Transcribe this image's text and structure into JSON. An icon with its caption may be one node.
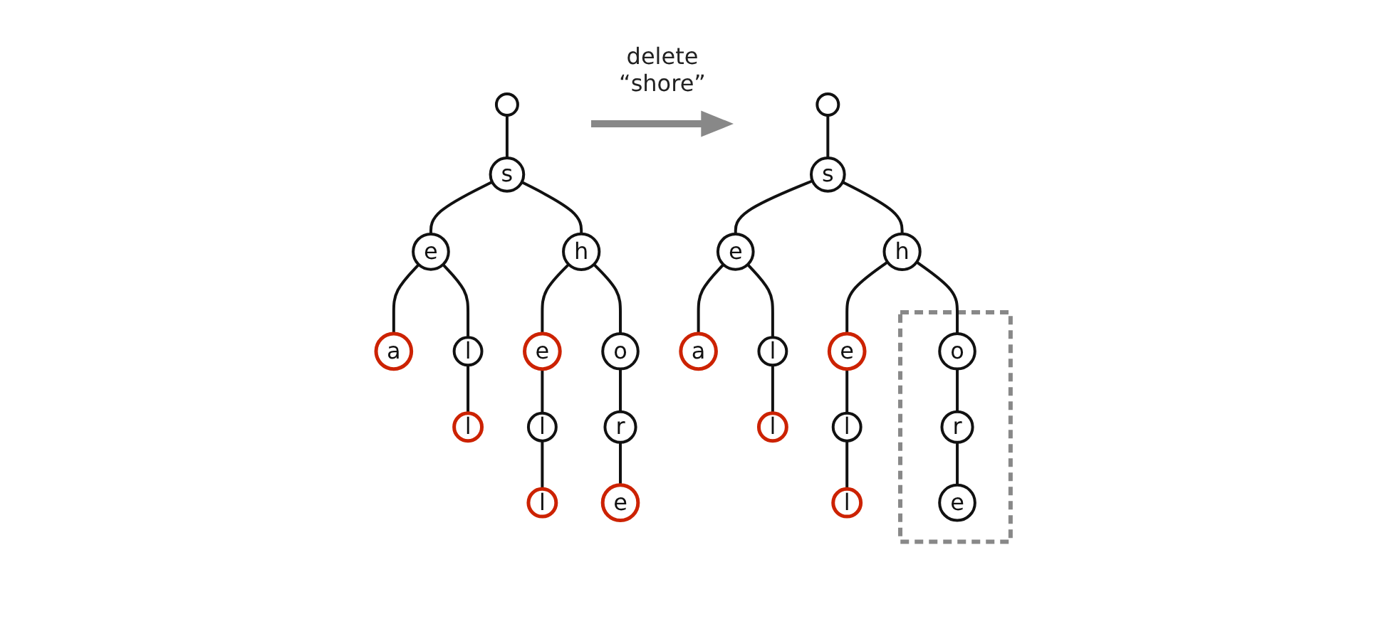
{
  "diagram": {
    "nodes": [
      {
        "text": [],
        "shape": "circle"
      },
      {
        "text": [
          "s"
        ]
      },
      {
        "text": [
          "e"
        ]
      },
      {
        "text": [
          "h"
        ]
      },
      {
        "text": [
          "a"
        ]
      },
      {
        "text": [
          "l"
        ]
      },
      {
        "text": [
          "e"
        ]
      },
      {
        "text": [
          "o"
        ]
      },
      {
        "text": [
          "l"
        ]
      },
      {
        "text": [
          "l"
        ]
      },
      {
        "text": [
          "r"
        ]
      },
      {
        "text": [
          "l"
        ]
      },
      {
        "text": [
          "e"
        ]
      },
      {
        "text": [],
        "shape": "circle"
      },
      {
        "text": [
          "s"
        ]
      },
      {
        "text": [
          "e"
        ]
      },
      {
        "text": [
          "h"
        ]
      },
      {
        "text": [
          "a"
        ]
      },
      {
        "text": [
          "l"
        ]
      },
      {
        "text": [
          "e"
        ]
      },
      {
        "text": [],
        "shape": "box"
      },
      {
        "text": [
          "o"
        ],
        "in": 20
      },
      {
        "text": [
          "l"
        ]
      },
      {
        "text": [
          "l"
        ]
      },
      {
        "text": [
          "r"
        ],
        "in": 20
      },
      {
        "text": [
          "l"
        ]
      },
      {
        "text": [
          "e"
        ],
        "in": 20
      }
    ],
    "edges": [
      {
        "from": 0,
        "to": 1,
        "arrow": "none"
      },
      {
        "from": 1,
        "to": 2,
        "arrow": "none"
      },
      {
        "from": 1,
        "to": 3,
        "arrow": "none"
      },
      {
        "from": 2,
        "to": 4,
        "arrow": "none"
      },
      {
        "from": 2,
        "to": 5,
        "arrow": "none"
      },
      {
        "from": 3,
        "to": 6,
        "arrow": "none"
      },
      {
        "from": 3,
        "to": 7,
        "arrow": "none"
      },
      {
        "from": 5,
        "to": 8,
        "arrow": "none"
      },
      {
        "from": 6,
        "to": 9,
        "arrow": "none"
      },
      {
        "from": 7,
        "to": 10,
        "arrow": "none"
      },
      {
        "from": 9,
        "to": 11,
        "arrow": "none"
      },
      {
        "from": 10,
        "to": 12,
        "arrow": "none"
      },
      {
        "from": 13,
        "to": 14,
        "arrow": "none"
      },
      {
        "from": 14,
        "to": 15,
        "arrow": "none"
      },
      {
        "from": 14,
        "to": 16,
        "arrow": "none"
      },
      {
        "from": 15,
        "to": 17,
        "arrow": "none"
      },
      {
        "from": 15,
        "to": 18,
        "arrow": "none"
      },
      {
        "from": 16,
        "to": 19,
        "arrow": "none"
      },
      {
        "from": 16,
        "to": 21,
        "arrow": "none"
      },
      {
        "from": 18,
        "to": 22,
        "arrow": "none"
      },
      {
        "from": 19,
        "to": 23,
        "arrow": "none"
      },
      {
        "from": 21,
        "to": 24,
        "arrow": "none"
      },
      {
        "from": 23,
        "to": 25,
        "arrow": "none"
      },
      {
        "from": 24,
        "to": 26,
        "arrow": "none"
      }
    ],
    "labels": [
      "delete “shore”"
    ]
  }
}
